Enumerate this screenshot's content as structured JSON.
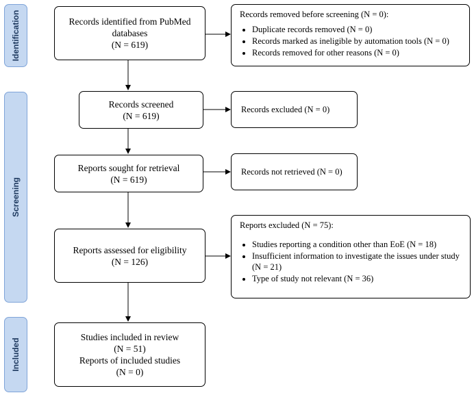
{
  "phases": {
    "identification": "Identification",
    "screening": "Screening",
    "included": "Included"
  },
  "identification": {
    "records_identified": [
      "Records identified from PubMed",
      "databases",
      "(N = 619)"
    ],
    "removed_before_screening": {
      "heading": "Records removed before screening (N = 0):",
      "items": [
        "Duplicate records removed (N = 0)",
        "Records marked as ineligible by automation tools (N = 0)",
        "Records removed for other reasons (N = 0)"
      ]
    }
  },
  "screening": {
    "records_screened": [
      "Records screened",
      "(N = 619)"
    ],
    "records_excluded": "Records excluded (N = 0)",
    "reports_sought": [
      "Reports sought for retrieval",
      "(N = 619)"
    ],
    "records_not_retrieved": "Records not retrieved (N = 0)",
    "reports_assessed": [
      "Reports assessed for eligibility",
      "(N = 126)"
    ],
    "reports_excluded": {
      "heading": "Reports excluded (N = 75):",
      "items": [
        "Studies reporting a condition other than EoE (N = 18)",
        "Insufficient information to investigate the issues under study (N = 21)",
        "Type of study not relevant (N = 36)"
      ]
    }
  },
  "included": {
    "studies_included": [
      "Studies included in review",
      "(N = 51)",
      "Reports of included studies",
      "(N = 0)"
    ]
  }
}
